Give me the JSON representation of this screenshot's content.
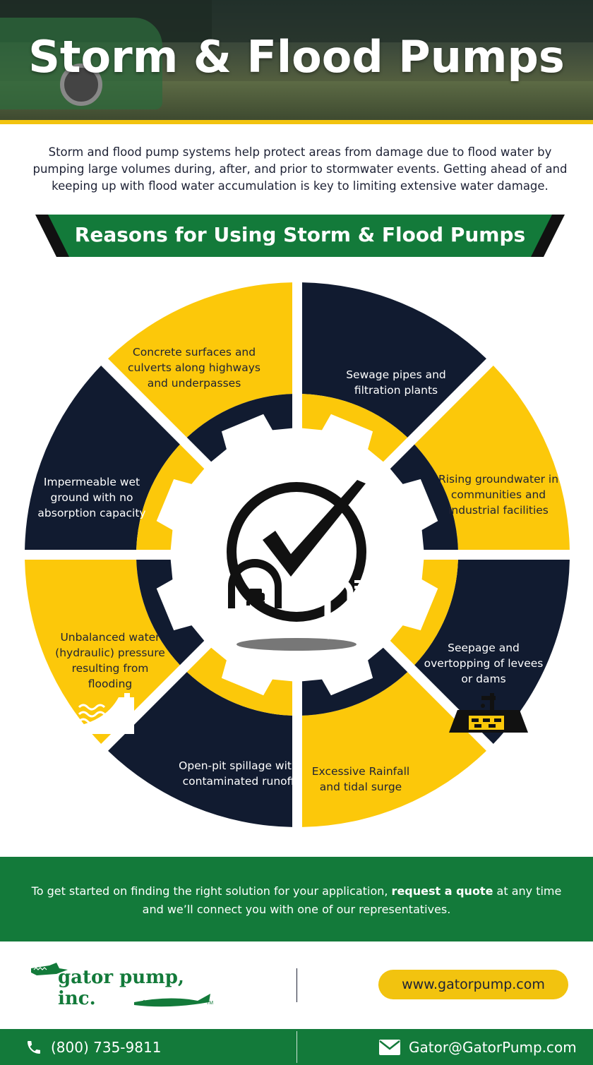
{
  "header": {
    "title": "Storm & Flood Pumps"
  },
  "intro": "Storm and flood pump systems help protect areas from damage due to flood water by pumping large volumes during, after, and prior to stormwater events. Getting ahead of and keeping up with flood water accumulation is key to limiting extensive water damage.",
  "section_title": "Reasons for Using Storm & Flood Pumps",
  "colors": {
    "navy": "#111b30",
    "gold": "#fcc80a",
    "green": "#137a3a",
    "text": "#1e2235"
  },
  "reasons": [
    {
      "label": "Concrete surfaces and culverts along highways and underpasses",
      "icon": "tunnel-car-icon"
    },
    {
      "label": "Sewage pipes and filtration plants",
      "icon": "sewage-pipe-icon"
    },
    {
      "label": "Rising groundwater in communities and industrial facilities",
      "icon": "groundwater-tap-icon"
    },
    {
      "label": "Seepage and overtopping of levees or dams",
      "icon": "seepage-waves-icon"
    },
    {
      "label": "Excessive Rainfall and tidal surge",
      "icon": "rain-cloud-icon"
    },
    {
      "label": "Open-pit spillage with contaminated runoff",
      "icon": "open-pit-icon"
    },
    {
      "label": "Unbalanced water (hydraulic) pressure resulting from flooding",
      "icon": "flooded-building-icon"
    },
    {
      "label": "Impermeable wet ground with no absorption capacity",
      "icon": "wet-ground-icon"
    }
  ],
  "center_icon": "checkmark-icon",
  "cta": {
    "before": "To get started on finding the right solution for your application, ",
    "bold": "request a quote",
    "after": " at any time and we’ll connect you with one of our representatives."
  },
  "company": {
    "name": "gator pump, inc.",
    "tm": "TM"
  },
  "website": "www.gatorpump.com",
  "phone": "(800) 735-9811",
  "email": "Gator@GatorPump.com"
}
